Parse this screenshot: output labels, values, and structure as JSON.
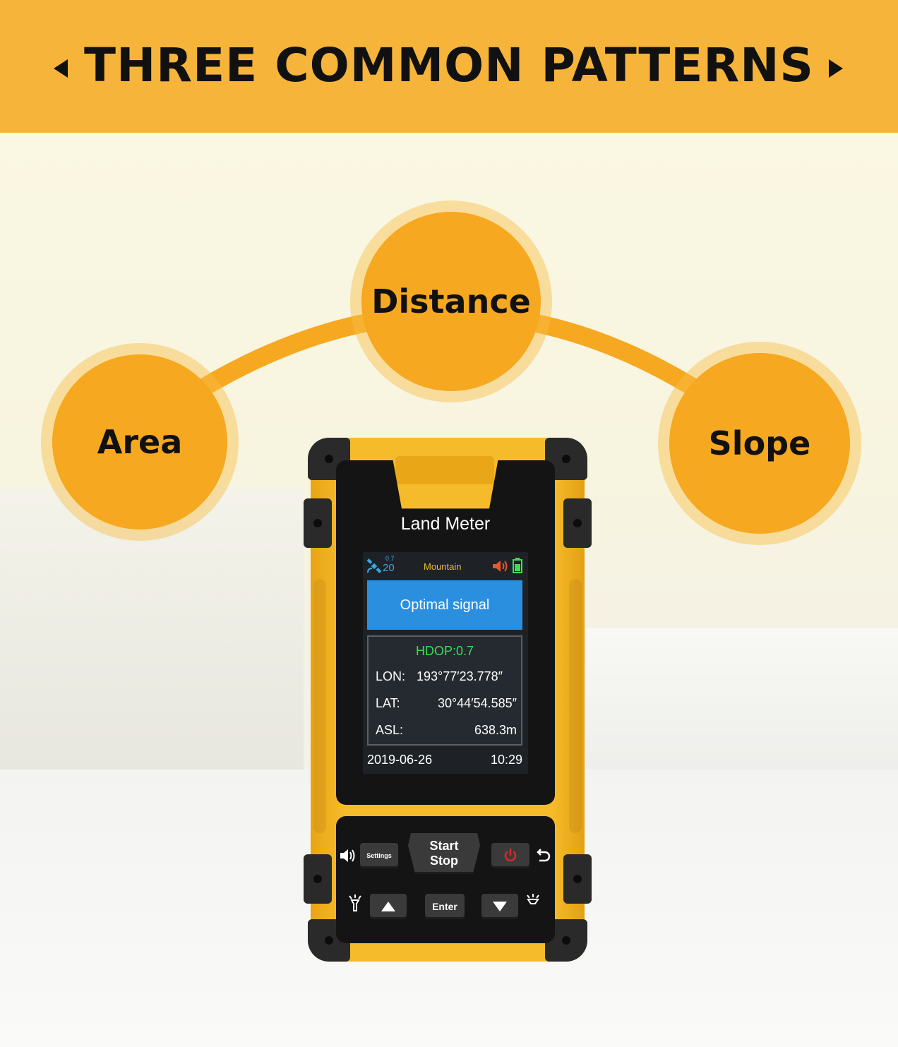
{
  "banner": {
    "title": "THREE COMMON PATTERNS",
    "color": "#f6b43a"
  },
  "patterns": [
    {
      "label": "Distance"
    },
    {
      "label": "Area"
    },
    {
      "label": "Slope"
    }
  ],
  "device": {
    "brand": "Land Meter",
    "status": {
      "satellite_small": "0.7",
      "satellite_count": "20",
      "mode": "Mountain"
    },
    "signal": "Optimal signal",
    "hdop": "HDOP:0.7",
    "lon_label": "LON:",
    "lon_value": "193°77′23.778″",
    "lat_label": "LAT:",
    "lat_value": "30°44′54.585″",
    "asl_label": "ASL:",
    "asl_value": "638.3m",
    "date": "2019-06-26",
    "time": "10:29",
    "keys": {
      "settings": "Settings",
      "start": "Start",
      "stop": "Stop",
      "enter": "Enter"
    },
    "icons": {
      "satellite": "satellite-icon",
      "speaker": "speaker-icon",
      "battery": "battery-icon",
      "volume": "volume-icon",
      "power": "power-icon",
      "back": "back-arrow-icon",
      "up": "triangle-up-icon",
      "down": "triangle-down-icon",
      "torch": "flashlight-icon"
    },
    "colors": {
      "body": "#f6bb2b",
      "signal_box": "#2b8fe0",
      "hdop": "#3fdc56",
      "mode": "#e8c020",
      "power": "#d82a2a"
    }
  }
}
